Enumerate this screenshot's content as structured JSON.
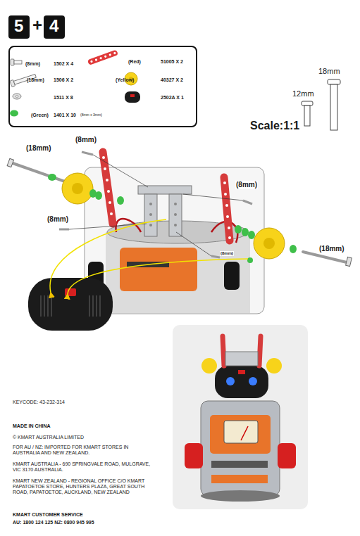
{
  "diagram": {
    "nodes": [
      {
        "text": [
          "5"
        ]
      },
      {
        "text": [
          "4"
        ]
      },
      {
        "text": [
          "(8mm)",
          "1502 X 4",
          "(Red)",
          "51005 X 2",
          "(18mm)",
          "1506 X 2",
          "(Yellow)",
          "40327 X 2",
          "1511 X 8",
          "2502A X 1",
          "(Green)",
          "1401 X 10",
          "(8mm x 3mm)"
        ]
      }
    ],
    "labels": [
      "+",
      "18mm",
      "12mm",
      "Scale:1:1",
      "(18mm)",
      "(8mm)",
      "(8mm)",
      "(8mm)",
      "(8mm)",
      "(18mm)",
      "KEYCODE: 43-232-314",
      "MADE IN CHINA",
      "© KMART AUSTRALIA LIMITED",
      "FOR AU / NZ: IMPORTED FOR KMART STORES IN AUSTRALIA AND NEW ZEALAND.",
      "KMART AUSTRALIA - 690 SPRINGVALE ROAD, MULGRAVE, VIC 3170 AUSTRALIA.",
      "KMART NEW ZEALAND - REGIONAL OFFICE C/O KMART PAPATOETOE STORE, HUNTERS PLAZA, GREAT SOUTH ROAD, PAPATOETOE, AUCKLAND, NEW ZEALAND",
      "KMART CUSTOMER SERVICE",
      "AU: 1800 124 125 NZ: 0800 945 995"
    ]
  }
}
